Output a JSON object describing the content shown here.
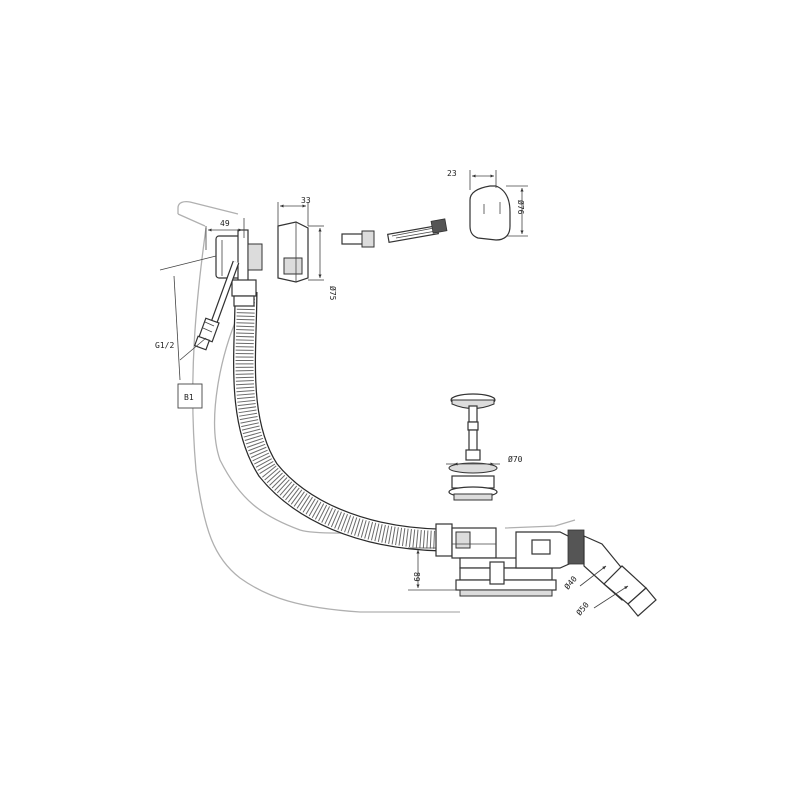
{
  "diagram": {
    "labels": {
      "flange_width": "49",
      "cover_depth": "33",
      "cover_diameter": "Ø75",
      "cap_depth": "23",
      "cap_diameter": "Ø76",
      "supply_thread": "G1/2",
      "inlet_code": "B1",
      "drain_diameter": "Ø70",
      "trap_height": "89",
      "outlet_40": "Ø40",
      "outlet_50": "Ø50"
    },
    "colors": {
      "line": "#333333",
      "outline": "#b0b0b0",
      "fill_light": "#dcdcdc"
    }
  }
}
